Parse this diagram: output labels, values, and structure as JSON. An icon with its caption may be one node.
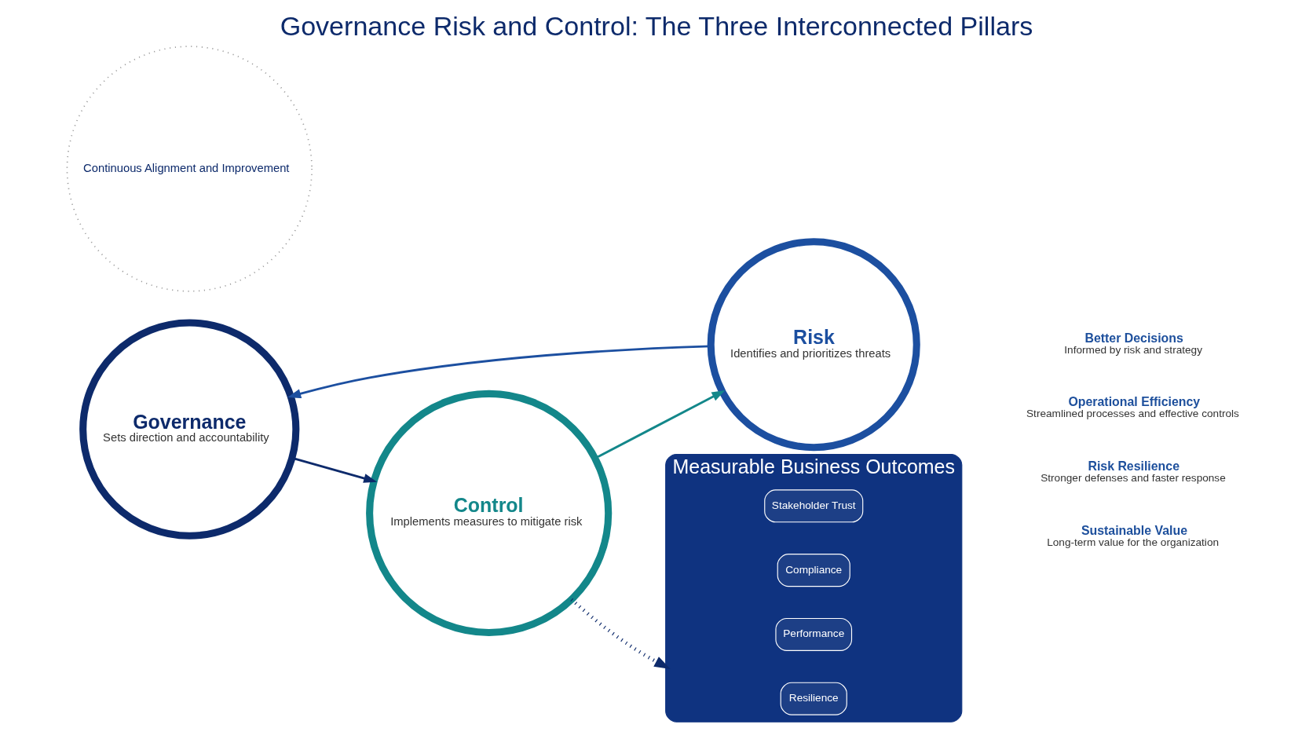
{
  "diagram": {
    "title": "Governance Risk and Control: The Three Interconnected Pillars",
    "nodes": [
      {
        "text": [
          "Governance",
          "Sets direction and accountability"
        ]
      },
      {
        "text": [
          "Control",
          "Implements measures to mitigate risk"
        ]
      },
      {
        "text": [
          "Risk",
          "Identifies and prioritizes threats"
        ]
      },
      {
        "text": [
          "Continuous Alignment and Improvement"
        ]
      },
      {
        "text": [
          "Measurable Business Outcomes"
        ]
      },
      {
        "text": [
          "Resilience"
        ],
        "in": 4
      },
      {
        "text": [
          "Performance"
        ],
        "in": 4
      },
      {
        "text": [
          "Compliance"
        ],
        "in": 4
      },
      {
        "text": [
          "Stakeholder Trust"
        ],
        "in": 4
      }
    ],
    "edges": [
      {
        "from": 0,
        "to": 1,
        "arrow": "to",
        "color": "#0d2a6b"
      },
      {
        "from": 1,
        "to": 2,
        "arrow": "to",
        "color": "#13878a"
      },
      {
        "from": 2,
        "to": 0,
        "arrow": "to",
        "color": "#1c4fa0"
      },
      {
        "from": 1,
        "to": 4,
        "arrow": "to",
        "style": "dashed",
        "color": "#0d2a6b"
      }
    ],
    "labels": [
      "Better Decisions",
      "Informed by risk and strategy",
      "Operational Efficiency",
      "Streamlined processes and effective controls",
      "Risk Resilience",
      "Stronger defenses and faster response",
      "Sustainable Value",
      "Long-term value for the organization"
    ]
  }
}
